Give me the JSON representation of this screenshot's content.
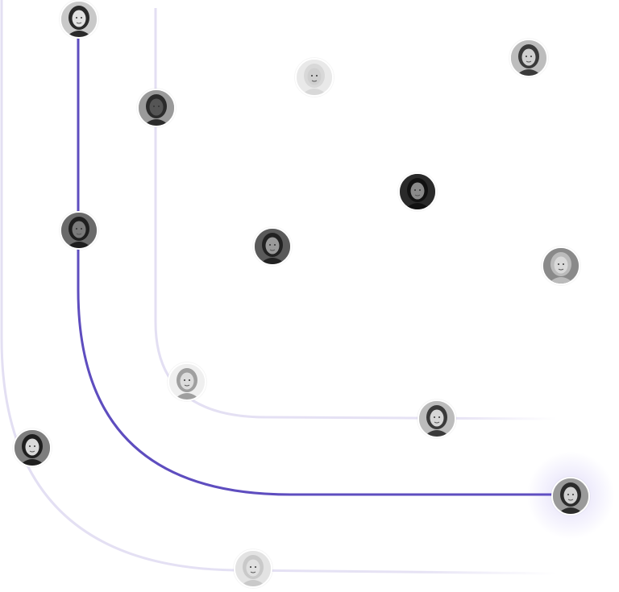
{
  "colors": {
    "accent": "#5E4DBF",
    "path_light": "#E3DFF3",
    "background": "#FFFFFF"
  },
  "avatars": [
    {
      "name": "avatar-woman-top-left",
      "tone": "#c9c9c9",
      "hair": "#2a2a2a",
      "skin": "#e2e2e2"
    },
    {
      "name": "avatar-man-dark-upper",
      "tone": "#9a9a9a",
      "hair": "#2b2b2b",
      "skin": "#555555"
    },
    {
      "name": "avatar-woman-blonde-top",
      "tone": "#e9e9e9",
      "hair": "#d8d8d8",
      "skin": "#cfcfcf"
    },
    {
      "name": "avatar-man-cap-top-right",
      "tone": "#bdbdbd",
      "hair": "#3a3a3a",
      "skin": "#d0d0d0"
    },
    {
      "name": "avatar-dark-center",
      "tone": "#2a2a2a",
      "hair": "#111111",
      "skin": "#8a8a8a"
    },
    {
      "name": "avatar-man-beanie",
      "tone": "#6a6a6a",
      "hair": "#1e1e1e",
      "skin": "#7a7a7a"
    },
    {
      "name": "avatar-man-glasses",
      "tone": "#5a5a5a",
      "hair": "#222222",
      "skin": "#9a9a9a"
    },
    {
      "name": "avatar-woman-right",
      "tone": "#8a8a8a",
      "hair": "#bbbbbb",
      "skin": "#d9d9d9"
    },
    {
      "name": "avatar-woman-redhead",
      "tone": "#efefef",
      "hair": "#9f9f9f",
      "skin": "#dcdcdc"
    },
    {
      "name": "avatar-woman-dark-hair-mid",
      "tone": "#bcbcbc",
      "hair": "#3a3a3a",
      "skin": "#d6d6d6"
    },
    {
      "name": "avatar-woman-smiling-left",
      "tone": "#7e7e7e",
      "hair": "#1f1f1f",
      "skin": "#d9d9d9"
    },
    {
      "name": "avatar-woman-highlighted",
      "tone": "#9a9a9a",
      "hair": "#2b2b2b",
      "skin": "#d2d2d2"
    },
    {
      "name": "avatar-woman-blonde-bottom",
      "tone": "#e3e3e3",
      "hair": "#c9c9c9",
      "skin": "#e0e0e0"
    }
  ]
}
